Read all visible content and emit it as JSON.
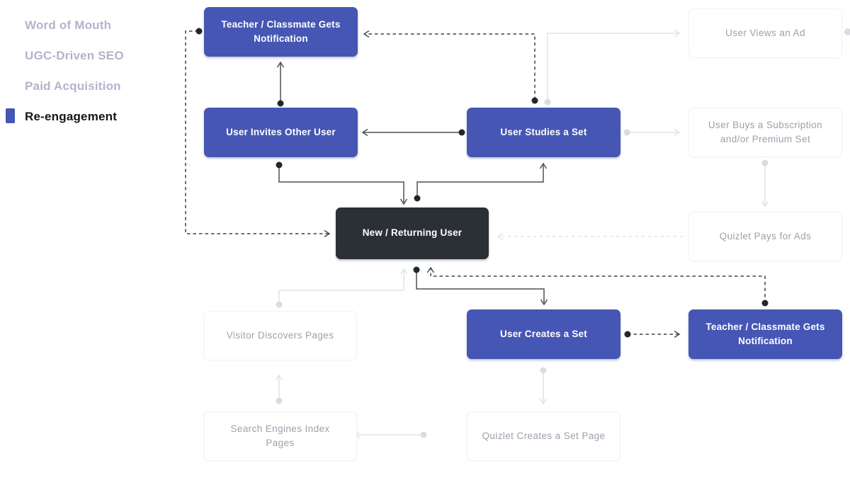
{
  "sidebar": {
    "items": [
      {
        "label": "Word of Mouth",
        "active": false
      },
      {
        "label": "UGC-Driven SEO",
        "active": false
      },
      {
        "label": "Paid Acquisition",
        "active": false
      },
      {
        "label": "Re-engagement",
        "active": true
      }
    ]
  },
  "diagram": {
    "nodes": {
      "teacher_top": {
        "label": "Teacher / Classmate Gets Notification",
        "style": "primary-blue"
      },
      "user_invites": {
        "label": "User Invites Other User",
        "style": "primary-blue"
      },
      "user_studies": {
        "label": "User Studies a Set",
        "style": "primary-blue"
      },
      "new_returning": {
        "label": "New / Returning User",
        "style": "dark"
      },
      "user_creates": {
        "label": "User Creates a Set",
        "style": "primary-blue"
      },
      "teacher_bottom": {
        "label": "Teacher / Classmate Gets Notification",
        "style": "primary-blue"
      },
      "user_views_ad": {
        "label": "User Views an Ad",
        "style": "faded"
      },
      "user_buys": {
        "label": "User Buys a Subscription and/or Premium Set",
        "style": "faded"
      },
      "quizlet_pays": {
        "label": "Quizlet Pays for Ads",
        "style": "faded"
      },
      "visitor_discovers": {
        "label": "Visitor Discovers Pages",
        "style": "faded"
      },
      "search_engines": {
        "label": "Search Engines Index Pages",
        "style": "faded"
      },
      "quizlet_creates_page": {
        "label": "Quizlet Creates a Set Page",
        "style": "faded"
      }
    },
    "colors": {
      "primary_blue": "#4656b4",
      "dark_node": "#2b3037",
      "faded_text": "#99a2ab",
      "faded_border": "#f0f2f4",
      "arrow_dark": "#4b5157",
      "arrow_light": "#e0e4e8",
      "sidebar_inactive": "#b5b2cb",
      "sidebar_active": "#131519"
    }
  }
}
